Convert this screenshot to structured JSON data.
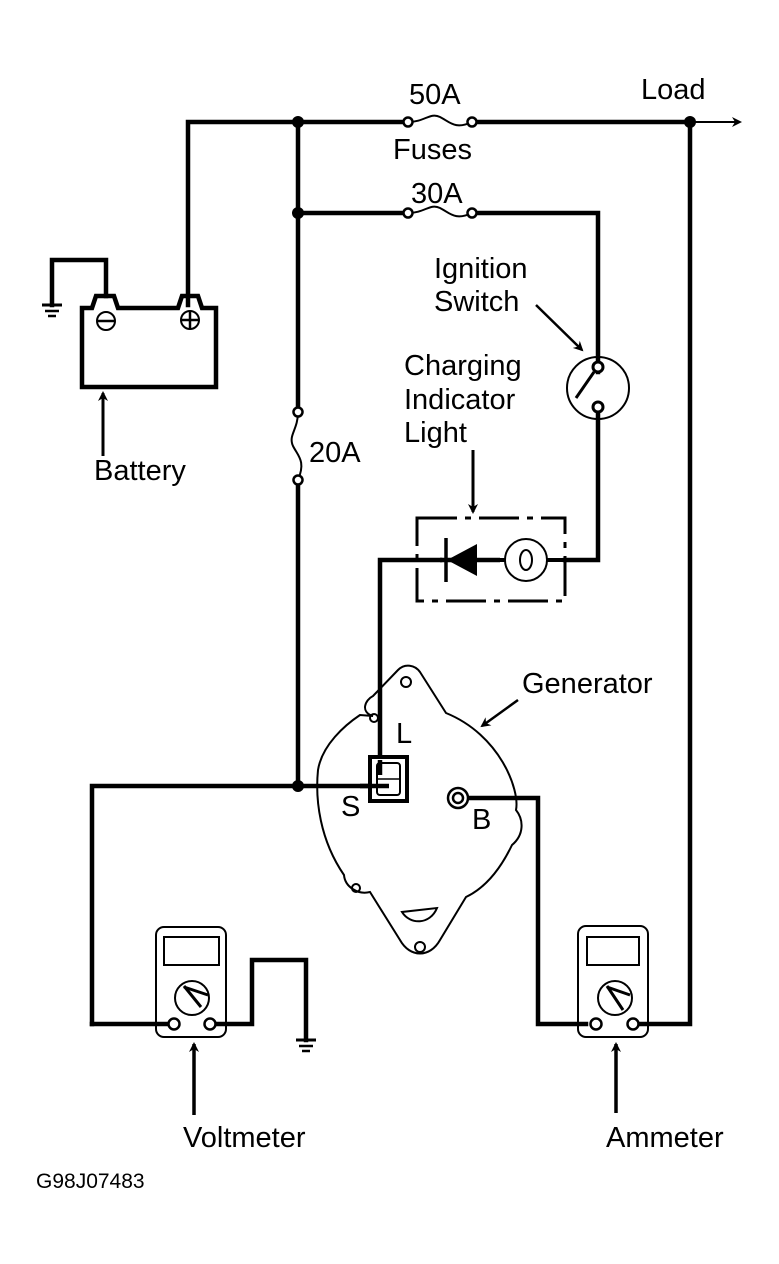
{
  "labels": {
    "load": "Load",
    "fuse_50a": "50A",
    "fuses": "Fuses",
    "fuse_30a": "30A",
    "ignition_line1": "Ignition",
    "ignition_line2": "Switch",
    "charging_line1": "Charging",
    "charging_line2": "Indicator",
    "charging_line3": "Light",
    "fuse_20a": "20A",
    "battery": "Battery",
    "generator": "Generator",
    "terminal_l": "L",
    "terminal_s": "S",
    "terminal_b": "B",
    "voltmeter": "Voltmeter",
    "ammeter": "Ammeter",
    "figure_code": "G98J07483"
  },
  "colors": {
    "ink": "#000000",
    "background": "#ffffff"
  }
}
